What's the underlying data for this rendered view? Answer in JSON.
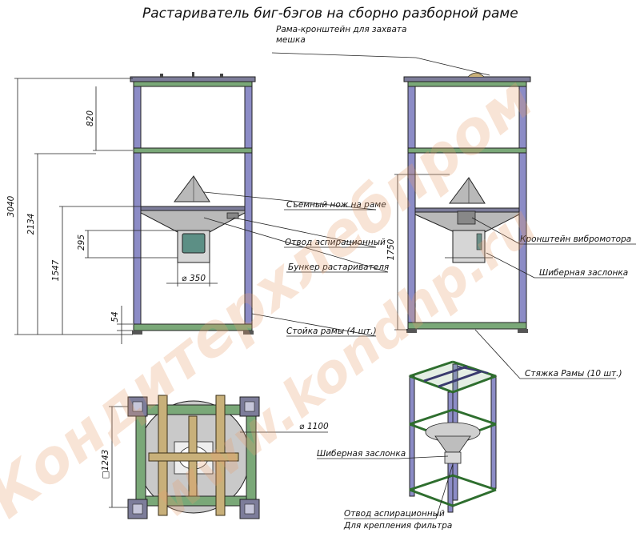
{
  "title": "Растариватель  биг-бэгов на сборно разборной раме",
  "labels": {
    "frame_bracket_1": "Рама-кронштейн для захвата",
    "frame_bracket_2": "мешка",
    "knife": "Съемный нож на раме",
    "aspiration": "Отвод аспирационный",
    "hopper": "Бункер растаривателя",
    "post": "Стойка рамы (4 шт.)",
    "vibro": "Кронштейн вибромотора",
    "gate_side": "Шиберная заслонка",
    "tie": "Стяжка Рамы (10 шт.)",
    "gate_iso": "Шиберная заслонка",
    "asp_iso_1": "Отвод аспирационный",
    "asp_iso_2": "Для крепления фильтра"
  },
  "dimensions": {
    "d3040": "3040",
    "d820": "820",
    "d2134": "2134",
    "d1547": "1547",
    "d295": "295",
    "d54": "54",
    "d350": "350",
    "d1750": "1750",
    "d1100": "1100",
    "d1243": "1243",
    "diam_symbol": "⌀",
    "square_symbol": "□"
  },
  "watermark": {
    "line1": "Кондитерхлебпром",
    "line2": "www.kondhp.ru"
  },
  "colors": {
    "post": "#8c8cc6",
    "beam": "#7aa878",
    "watermark": "#e8a070"
  }
}
